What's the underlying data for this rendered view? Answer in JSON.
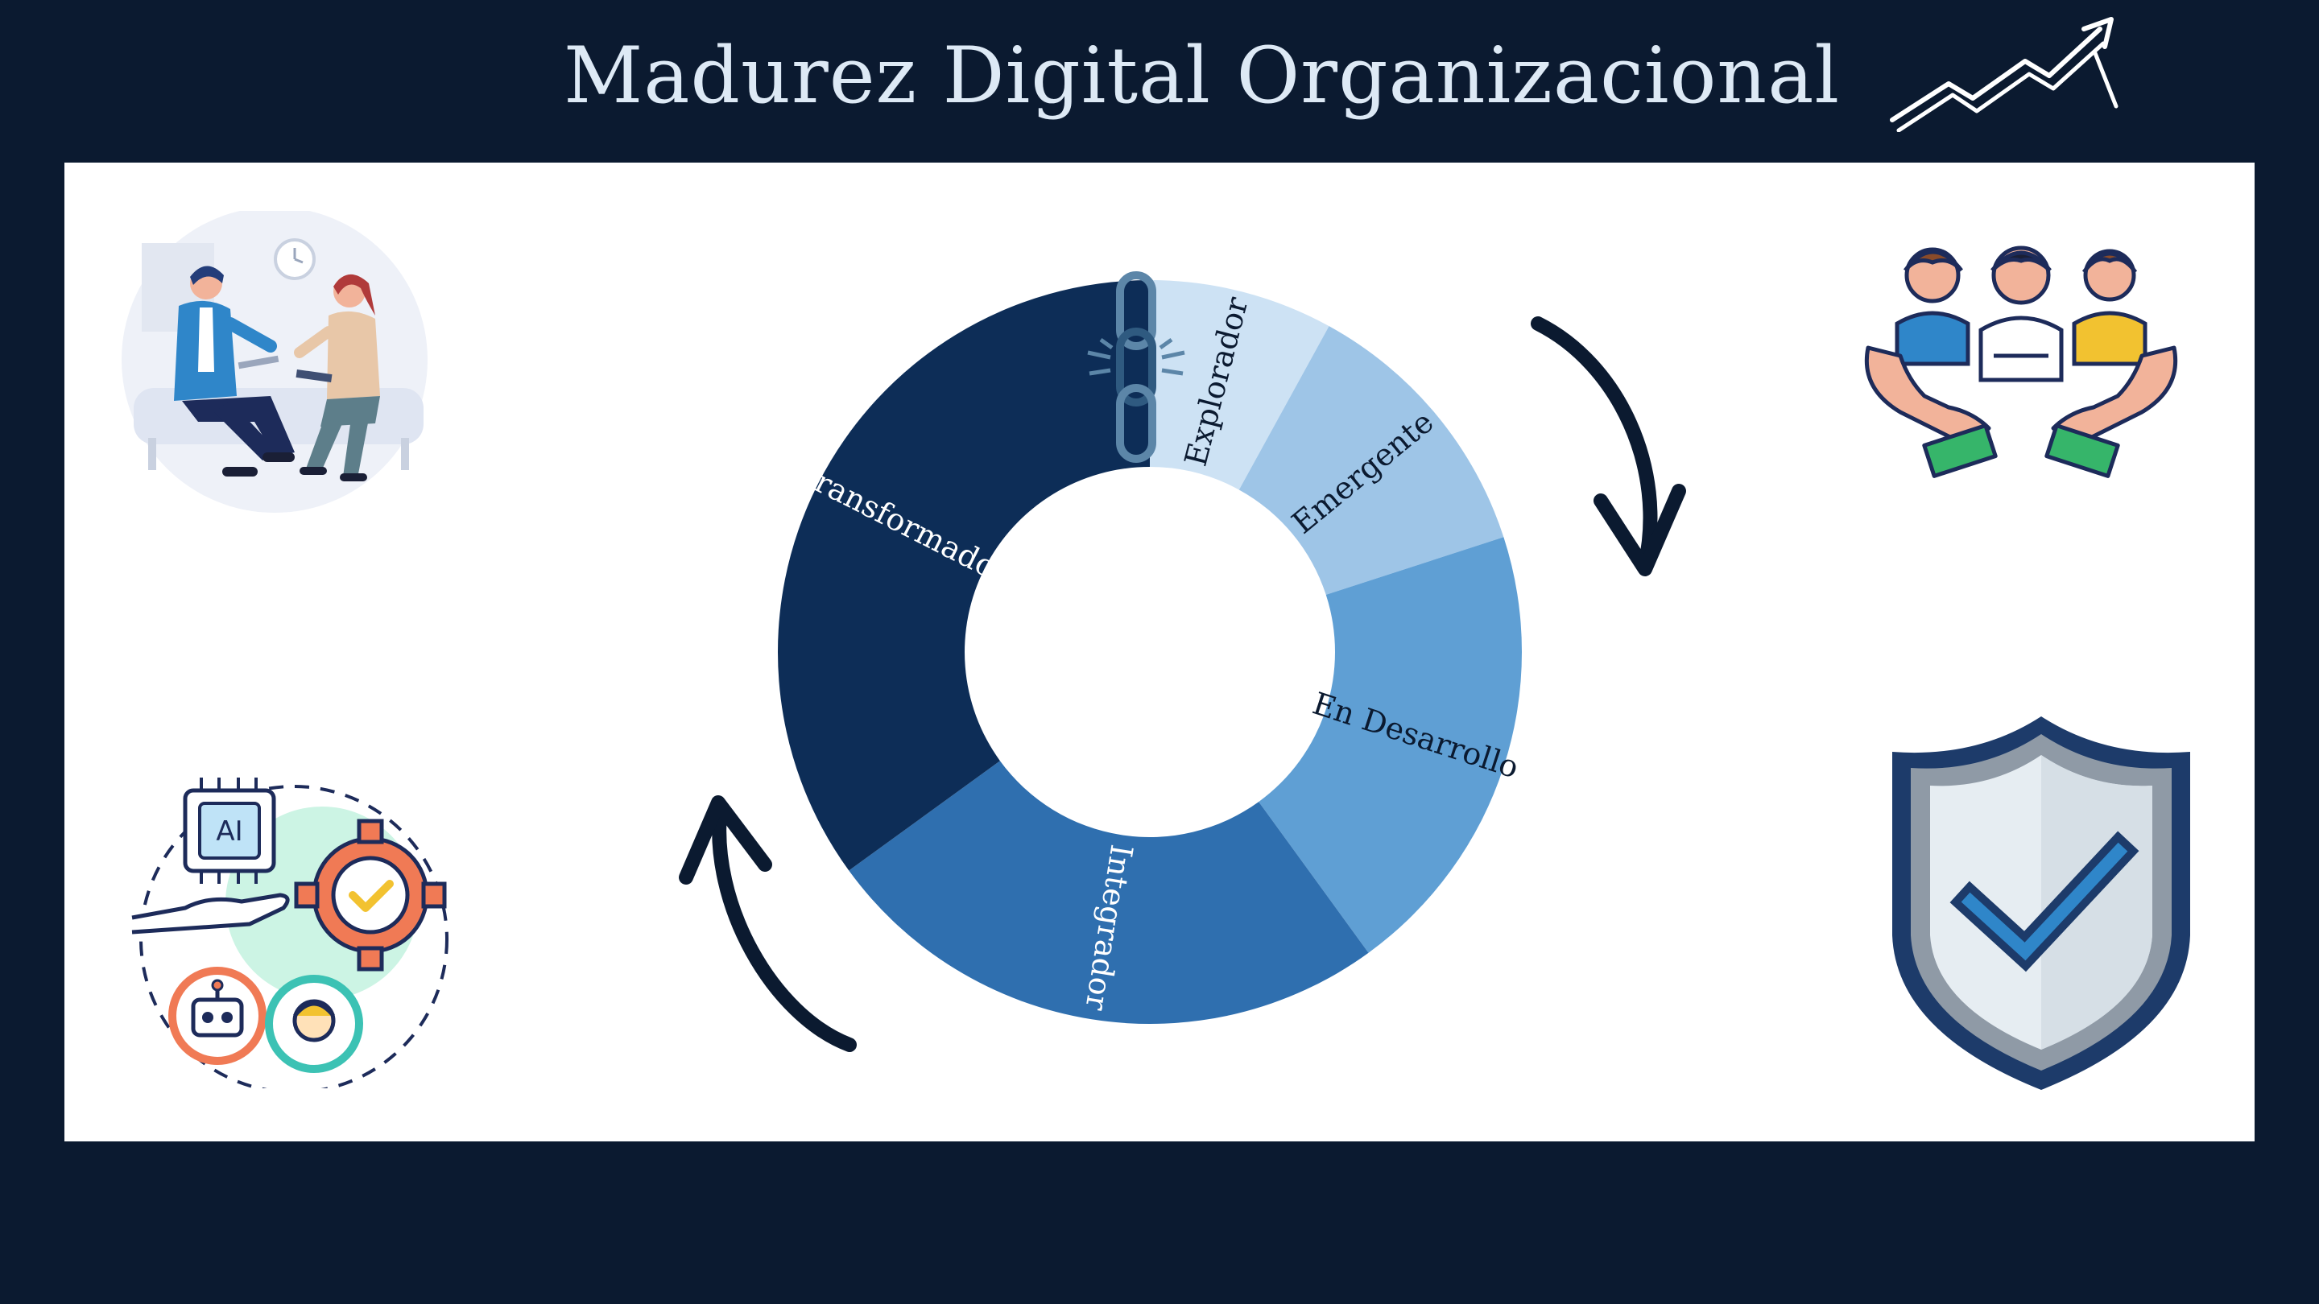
{
  "title": "Madurez Digital Organizacional",
  "cycle": {
    "segments": [
      {
        "name": "Explorador",
        "share": 0.08,
        "color": "#cde2f4",
        "text_color": "#0b1a30"
      },
      {
        "name": "Emergente",
        "share": 0.12,
        "color": "#9ec5e7",
        "text_color": "#0b1a30"
      },
      {
        "name": "En Desarrollo",
        "share": 0.2,
        "color": "#5f9fd4",
        "text_color": "#0b1a30"
      },
      {
        "name": "Integrador",
        "share": 0.25,
        "color": "#2f6faf",
        "text_color": "#ffffff"
      },
      {
        "name": "Transformador",
        "share": 0.35,
        "color": "#0d2d57",
        "text_color": "#ffffff"
      }
    ]
  },
  "icons": {
    "top_left": "consultation-meeting-icon",
    "bottom_left": "ai-automation-icon",
    "top_right": "team-care-hands-icon",
    "bottom_right": "security-shield-check-icon",
    "header": "trend-up-icon",
    "link": "broken-chain-link-icon"
  },
  "colors": {
    "background": "#0b1a30",
    "panel": "#ffffff",
    "title": "#dde9f5",
    "arrow": "#0b1a30"
  }
}
